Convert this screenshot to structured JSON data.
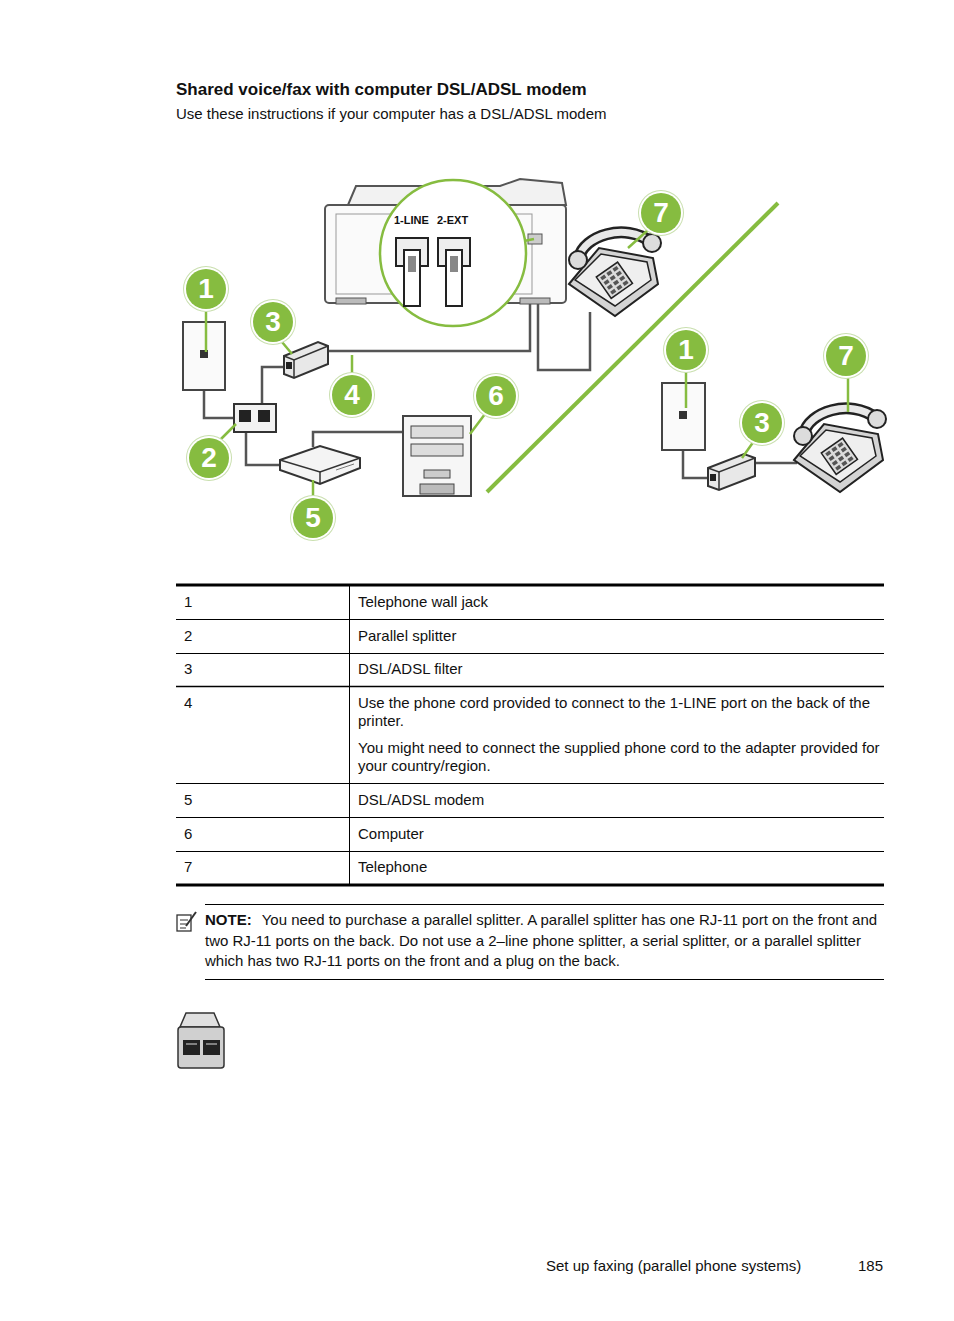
{
  "diagram": {
    "title": "Shared voice/fax with computer DSL/ADSL modem",
    "nodes": [
      {
        "text": [
          "7"
        ]
      },
      {
        "text": [
          "1"
        ]
      },
      {
        "text": [
          "3"
        ]
      },
      {
        "text": [
          "1"
        ]
      },
      {
        "text": [
          "7"
        ]
      },
      {
        "text": [
          "4"
        ]
      },
      {
        "text": [
          "6"
        ]
      },
      {
        "text": [
          "3"
        ]
      },
      {
        "text": [
          "2"
        ]
      },
      {
        "text": [
          "5"
        ]
      }
    ],
    "labels": [
      "Use these instructions if your computer has a DSL/ADSL modem",
      "1-LINE",
      "2-EXT",
      "1",
      "Telephone wall jack",
      "2",
      "Parallel splitter",
      "3",
      "DSL/ADSL filter",
      "4",
      "Use the phone cord provided to connect to the 1-LINE port on the back of the printer.",
      "You might need to connect the supplied phone cord to the adapter provided for your country/region.",
      "5",
      "DSL/ADSL modem",
      "6",
      "Computer",
      "7",
      "Telephone",
      "NOTE:",
      "You need to purchase a parallel splitter. A parallel splitter has one RJ-11 port on the front and two RJ-11 ports on the back. Do not use a 2–line phone splitter, a serial splitter, or a parallel splitter which has two RJ-11 ports on the front and a plug on the back.",
      "Set up faxing (parallel phone systems)",
      "185"
    ]
  }
}
